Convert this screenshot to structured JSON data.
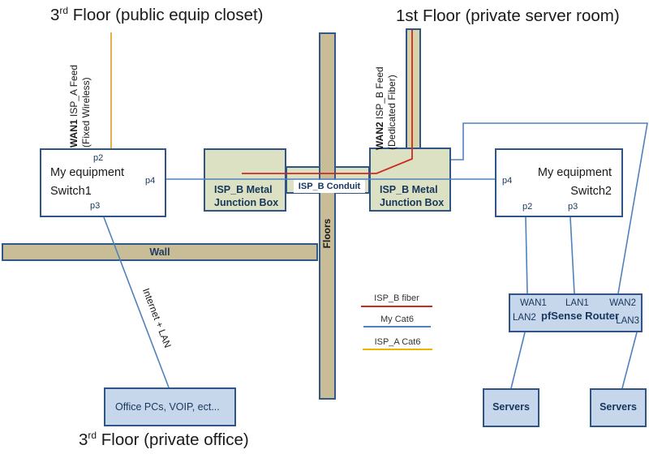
{
  "titles": {
    "top_left": {
      "num": "3",
      "sup": "rd",
      "rest": " Floor (public equip closet)"
    },
    "top_right": "1st Floor (private server room)",
    "bottom": {
      "num": "3",
      "sup": "rd",
      "rest": " Floor (private office)"
    }
  },
  "feeds": {
    "isp_a": {
      "bold": "WAN1",
      "rest": " ISP_A Feed",
      "line2": "(Fixed Wireless)"
    },
    "isp_b": {
      "bold": "WAN2",
      "rest": " ISP_B Feed",
      "line2": "(Dedicated Fiber)"
    }
  },
  "switch1": {
    "line1": "My equipment",
    "line2": "Switch1",
    "p2": "p2",
    "p3": "p3",
    "p4": "p4"
  },
  "switch2": {
    "line1": "My equipment",
    "line2": "Switch2",
    "p2": "p2",
    "p3": "p3",
    "p4": "p4"
  },
  "junction_left": {
    "line1": "ISP_B Metal",
    "line2": "Junction Box"
  },
  "junction_right": {
    "line1": "ISP_B Metal",
    "line2": "Junction Box"
  },
  "structure": {
    "wall": "Wall",
    "floors": "Floors",
    "conduit": "ISP_B Conduit"
  },
  "connection_label": "Internet + LAN",
  "pfsense": {
    "title": "pfSense Router",
    "wan1": "WAN1",
    "lan1": "LAN1",
    "wan2": "WAN2",
    "lan2": "LAN2",
    "lan3": "LAN3"
  },
  "servers_left": "Servers",
  "servers_right": "Servers",
  "office": "Office PCs, VOIP, ect...",
  "legend": {
    "items": [
      {
        "label": "ISP_B fiber",
        "color": "#CC2B1D"
      },
      {
        "label": "My Cat6",
        "color": "#4F81BD"
      },
      {
        "label": "ISP_A Cat6",
        "color": "#EEB500"
      }
    ]
  },
  "colors": {
    "box_border": "#2E5586",
    "cat6_blue": "#4F81BD",
    "fiber_red": "#CC2B1D",
    "isp_a_orange": "#E2A33D",
    "junction_green": "#DBE1C2",
    "structure_tan": "#C9BD97",
    "device_blue": "#C7D7EB"
  }
}
